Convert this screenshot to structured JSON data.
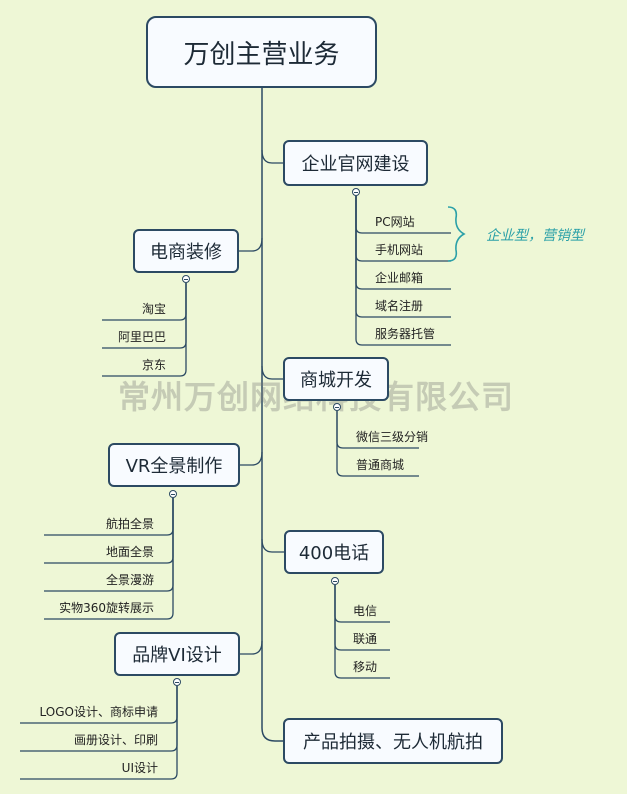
{
  "root": "万创主营业务",
  "watermark": "常州万创网络科技有限公司",
  "note": "企业型，营销型",
  "branches": {
    "website": {
      "label": "企业官网建设",
      "items": [
        "PC网站",
        "手机网站",
        "企业邮箱",
        "域名注册",
        "服务器托管"
      ]
    },
    "ecommerce": {
      "label": "电商装修",
      "items": [
        "淘宝",
        "阿里巴巴",
        "京东"
      ]
    },
    "mall": {
      "label": "商城开发",
      "items": [
        "微信三级分销",
        "普通商城"
      ]
    },
    "vr": {
      "label": "VR全景制作",
      "items": [
        "航拍全景",
        "地面全景",
        "全景漫游",
        "实物360旋转展示"
      ]
    },
    "phone": {
      "label": "400电话",
      "items": [
        "电信",
        "联通",
        "移动"
      ]
    },
    "brand": {
      "label": "品牌VI设计",
      "items": [
        "LOGO设计、商标申请",
        "画册设计、印刷",
        "UI设计"
      ]
    },
    "photo": {
      "label": "产品拍摄、无人机航拍",
      "items": []
    }
  },
  "colors": {
    "background": "#eef7d6",
    "border": "#2c4a63",
    "line": "#2c4a63",
    "note": "#2aa0a8"
  }
}
